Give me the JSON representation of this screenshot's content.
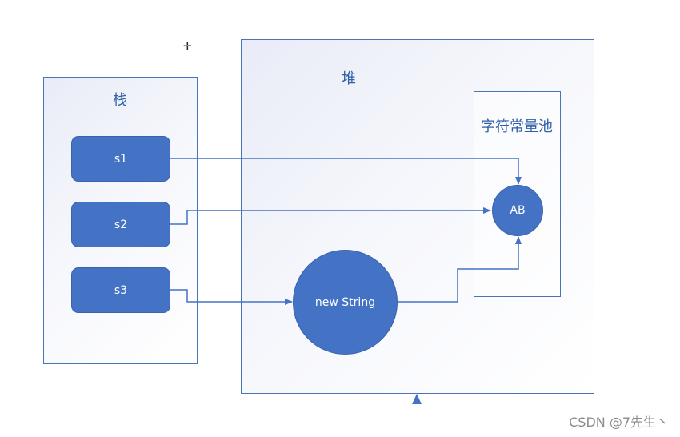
{
  "regions": {
    "stack": {
      "title": "栈"
    },
    "heap": {
      "title": "堆"
    },
    "string_pool": {
      "title": "字符常量池"
    }
  },
  "variables": [
    {
      "id": "s1",
      "label": "s1"
    },
    {
      "id": "s2",
      "label": "s2"
    },
    {
      "id": "s3",
      "label": "s3"
    }
  ],
  "nodes": {
    "ab": {
      "label": "AB"
    },
    "new_string": {
      "label": "new String"
    }
  },
  "edges": [
    {
      "from": "s1",
      "to": "AB"
    },
    {
      "from": "s2",
      "to": "AB"
    },
    {
      "from": "s3",
      "to": "new String"
    },
    {
      "from": "new String",
      "to": "AB"
    }
  ],
  "colors": {
    "accent": "#4472c4",
    "border": "#4a74b8",
    "title_text": "#2e5fa8",
    "node_text": "#ffffff"
  },
  "watermark": "CSDN @7先生丶"
}
